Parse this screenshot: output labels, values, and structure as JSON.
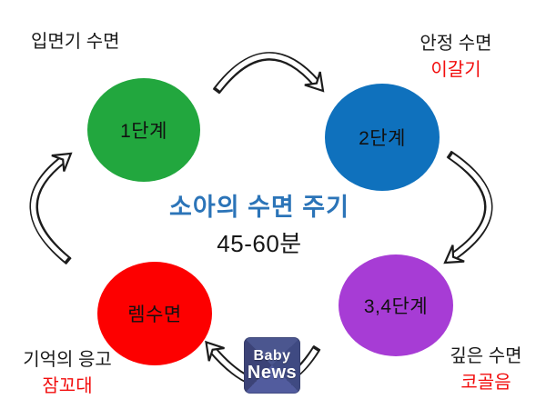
{
  "title": {
    "text": "소아의 수면 주기",
    "subtitle": "45-60분",
    "color": "#2b74b8"
  },
  "nodes": [
    {
      "id": "stage1",
      "label": "1단계",
      "color": "#22a73e"
    },
    {
      "id": "stage2",
      "label": "2단계",
      "color": "#0f71bd"
    },
    {
      "id": "stage34",
      "label": "3,4단계",
      "color": "#a73cd5"
    },
    {
      "id": "rem",
      "label": "렘수면",
      "color": "#fd0000"
    }
  ],
  "annotations": [
    {
      "node": "stage1",
      "line1": "입면기 수면",
      "line2": ""
    },
    {
      "node": "stage2",
      "line1": "안정 수면",
      "line2": "이갈기"
    },
    {
      "node": "stage34",
      "line1": "깊은 수면",
      "line2": "코골음"
    },
    {
      "node": "rem",
      "line1": "기억의 응고",
      "line2": "잠꼬대"
    }
  ],
  "annotation_highlight_color": "#f20d0d",
  "arrows": [
    {
      "from": "stage1",
      "to": "stage2"
    },
    {
      "from": "stage2",
      "to": "stage34"
    },
    {
      "from": "stage34",
      "to": "rem"
    },
    {
      "from": "rem",
      "to": "stage1"
    }
  ],
  "watermark": {
    "line1": "Baby",
    "line2": "News"
  }
}
